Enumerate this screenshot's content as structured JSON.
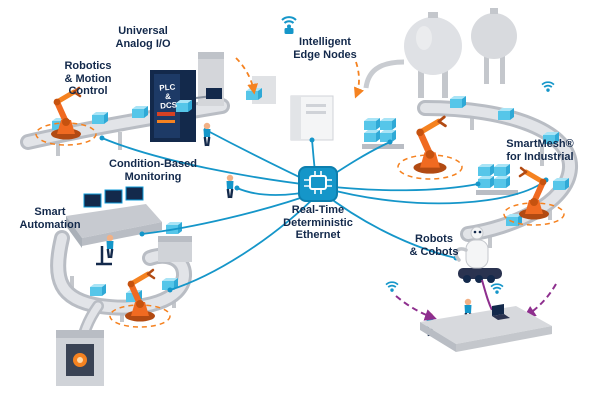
{
  "diagram": {
    "labels": {
      "universal_analog_io": "Universal\nAnalog I/O",
      "robotics_motion_control": "Robotics\n& Motion\nControl",
      "intelligent_edge_nodes": "Intelligent\nEdge Nodes",
      "plc_dcs": "PLC\n&\nDCS",
      "condition_based_monitoring": "Condition-Based\nMonitoring",
      "smart_automation": "Smart\nAutomation",
      "real_time_ethernet": "Real-Time\nDeterministic\nEthernet",
      "smartmesh": "SmartMesh®\nfor Industrial",
      "robots_cobots": "Robots\n& Cobots"
    },
    "colors": {
      "label_text": "#13294b",
      "network_line": "#1596c9",
      "robot_orange": "#f06a21",
      "highlight_dash_orange": "#f58220",
      "cobot_path_purple": "#8e2f8e",
      "crate_blue": "#56c6e9",
      "machine_gray": "#d7d9dd"
    },
    "icons": {
      "center_icon": "ethernet-chip-icon",
      "wireless_icon": "wifi-icon",
      "robot_icon": "robot-arm"
    }
  }
}
